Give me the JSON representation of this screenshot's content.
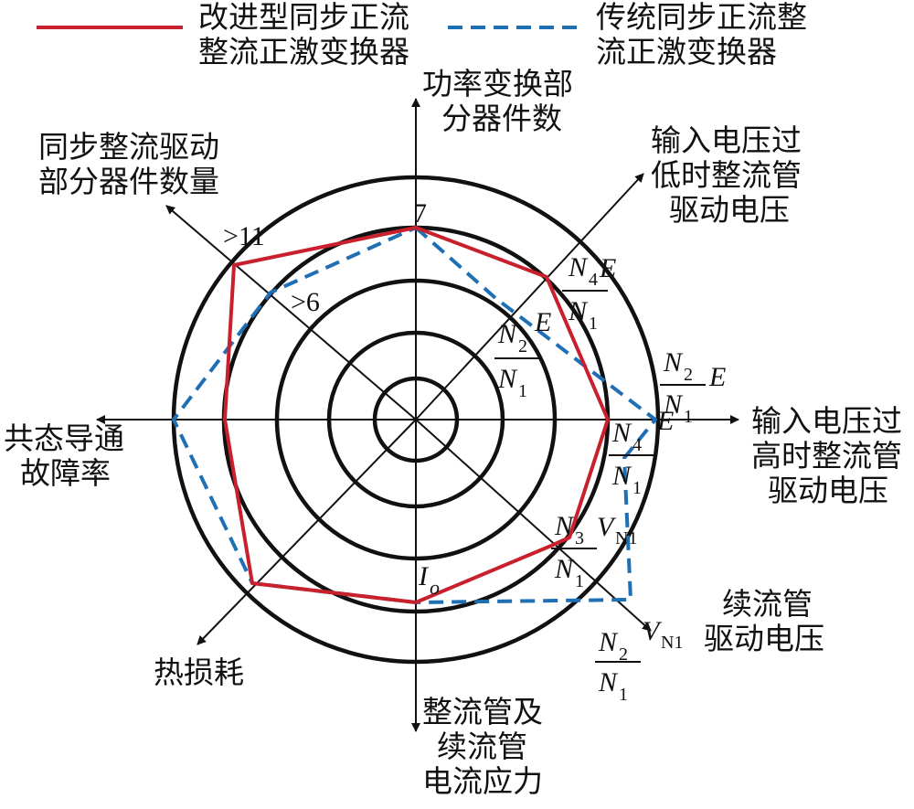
{
  "legend": {
    "improved": {
      "line1": "改进型同步正流",
      "line2": "整流正激变换器",
      "color": "#c8202c"
    },
    "traditional": {
      "line1": "传统同步正流整",
      "line2": "流正激变换器",
      "color": "#1f6fb5"
    }
  },
  "axes": {
    "up": [
      "功率变换部",
      "分器件数"
    ],
    "up_right": [
      "输入电压过",
      "低时整流管",
      "驱动电压"
    ],
    "right": [
      "输入电压过",
      "高时整流管",
      "驱动电压"
    ],
    "down_right": [
      "续流管",
      "驱动电压"
    ],
    "down": [
      "整流管及",
      "续流管",
      "电流应力"
    ],
    "down_left": [
      "热损耗"
    ],
    "left": [
      "共态导通",
      "故障率"
    ],
    "up_left": [
      "同步整流驱动",
      "部分器件数量"
    ]
  },
  "values": {
    "seven": "7",
    "gt11": ">11",
    "gt6": ">6",
    "E": "E",
    "Io_I": "I",
    "Io_o": "o",
    "V": "V",
    "N1sub": "N1",
    "N1": "N",
    "N2": "N",
    "N3": "N",
    "N4": "N",
    "sub1": "1",
    "sub2": "2",
    "sub3": "3",
    "sub4": "4"
  },
  "colors": {
    "improved": "#c8202c",
    "traditional": "#1f6fb5",
    "ink": "#111111"
  }
}
